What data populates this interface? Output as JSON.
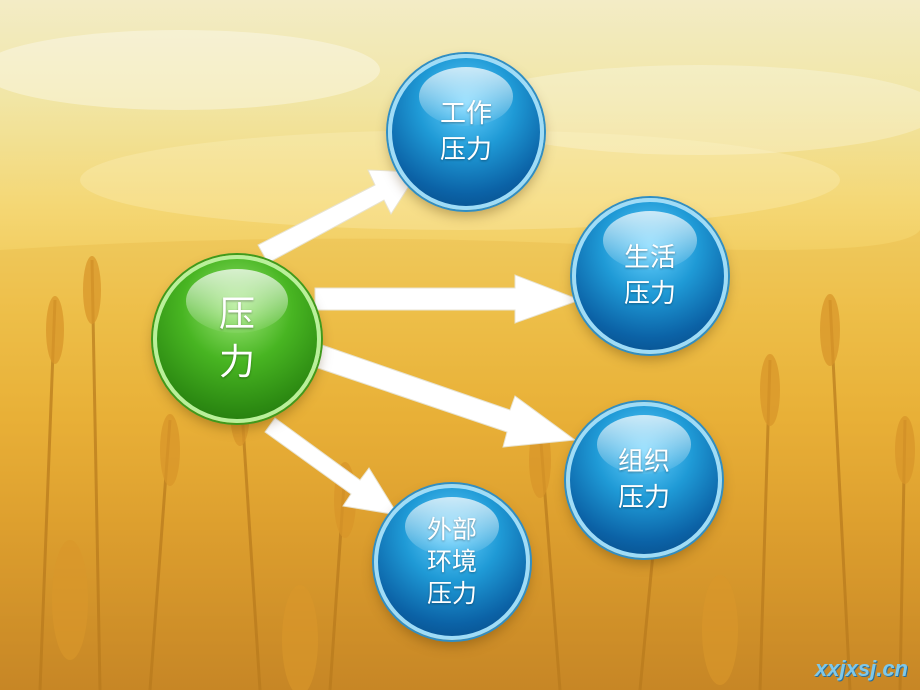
{
  "center": {
    "label": "压\n力"
  },
  "nodes": {
    "work": {
      "label": "工作\n压力"
    },
    "life": {
      "label": "生活\n压力"
    },
    "organization": {
      "label": "组织\n压力"
    },
    "environment": {
      "label": "外部\n环境\n压力"
    }
  },
  "watermark": "xxjxsj.cn",
  "colors": {
    "center": "#3fa81e",
    "node": "#0f6fb5",
    "arrow": "#ffffff"
  }
}
